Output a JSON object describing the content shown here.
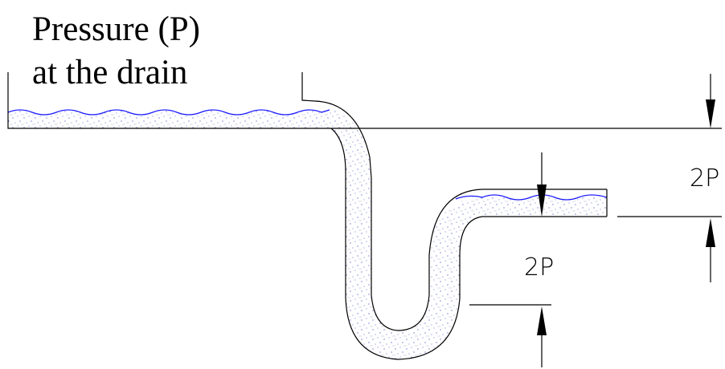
{
  "title": {
    "line1": "Pressure (P)",
    "line2": "at the drain"
  },
  "dimensions": {
    "upper": "2P",
    "lower": "2P"
  },
  "colors": {
    "water_surface": "#1a1aff",
    "stipple": "#3a46b8",
    "line": "#000000"
  }
}
